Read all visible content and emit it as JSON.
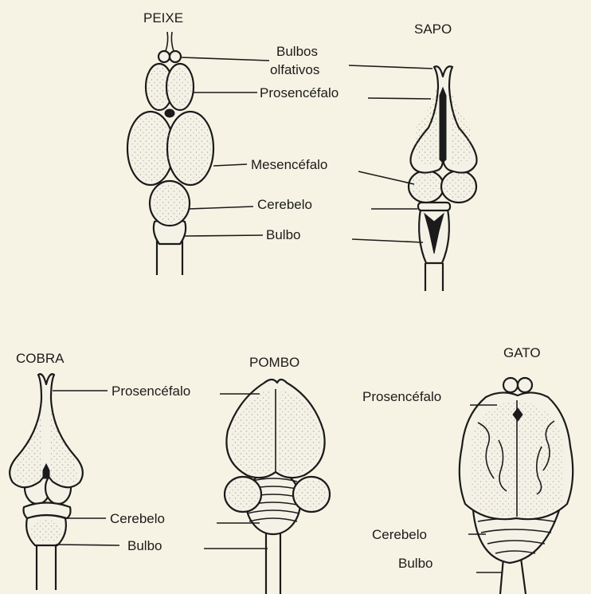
{
  "colors": {
    "paper": "#f7f3e4",
    "ink": "#1b1b1b",
    "organ": "#f4f1e6",
    "stipple": "#8c8778"
  },
  "animals": {
    "fish": {
      "name": "PEIXE",
      "labels": [
        "Bulbos",
        "olfativos",
        "Prosencéfalo",
        "Mesencéfalo",
        "Cerebelo",
        "Bulbo"
      ]
    },
    "frog": {
      "name": "SAPO"
    },
    "snake": {
      "name": "COBRA",
      "labels": [
        "Prosencéfalo",
        "Cerebelo",
        "Bulbo"
      ]
    },
    "pigeon": {
      "name": "POMBO"
    },
    "cat": {
      "name": "GATO",
      "labels": [
        "Prosencéfalo",
        "Cerebelo",
        "Bulbo"
      ]
    }
  }
}
